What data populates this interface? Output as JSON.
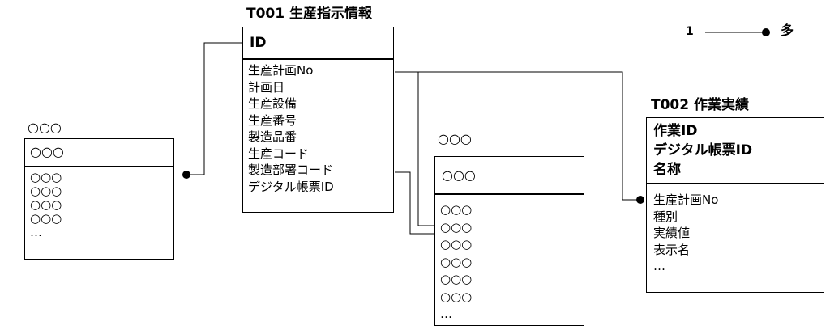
{
  "legend": {
    "one": "1",
    "many": "多"
  },
  "table_t001": {
    "title": "T001 生産指示情報",
    "key": "ID",
    "fields": [
      "生産計画No",
      "計画日",
      "生産設備",
      "生産番号",
      "製造品番",
      "生産コード",
      "製造部署コード",
      "デジタル帳票ID"
    ]
  },
  "table_t002": {
    "title": "T002 作業実績",
    "keys": [
      "作業ID",
      "デジタル帳票ID",
      "名称"
    ],
    "fields": [
      "生産計画No",
      "種別",
      "実績値",
      "表示名",
      "…"
    ]
  },
  "table_left": {
    "title": "○○○",
    "key": "○○○",
    "fields": [
      "○○○",
      "○○○",
      "○○○",
      "○○○",
      "…"
    ]
  },
  "table_middle": {
    "title": "○○○",
    "key": "○○○",
    "fields": [
      "○○○",
      "○○○",
      "○○○",
      "○○○",
      "○○○",
      "○○○",
      "…"
    ]
  }
}
